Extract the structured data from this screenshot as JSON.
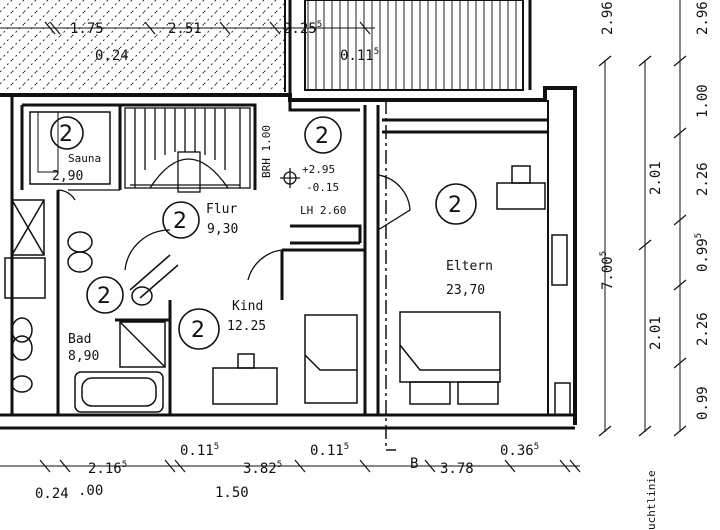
{
  "rooms": {
    "sauna": {
      "name": "Sauna",
      "area": "2,90",
      "group": "2"
    },
    "flur": {
      "name": "Flur",
      "area": "9,30",
      "group": "2"
    },
    "bad": {
      "name": "Bad",
      "area": "8,90",
      "group": "2"
    },
    "kind": {
      "name": "Kind",
      "area": "12.25",
      "group": "2"
    },
    "eltern": {
      "name": "Eltern",
      "area": "23,70",
      "group": "2"
    },
    "landing": {
      "group": "2"
    }
  },
  "annotations": {
    "brh": "BRH 1.00",
    "level_top": "+2.95",
    "level_bottom": "-0.15",
    "lh": "LH 2.60",
    "section": "B",
    "fluchtlinie": "uchtlinie"
  },
  "dims_top": {
    "d1": "1.75",
    "d2": "2.51",
    "d3": "2.25",
    "d3_sup": "5",
    "d4": "0.24",
    "d5": "0.11",
    "d5_sup": "5"
  },
  "dims_bottom": {
    "d1": "2.16",
    "d1_sup": "5",
    "d2": "0.11",
    "d2_sup": "5",
    "d3": "3.82",
    "d3_sup": "5",
    "d4": "0.11",
    "d4_sup": "5",
    "d5": "3.78",
    "d6": "0.36",
    "d6_sup": "5",
    "d7": "0.24",
    "d8": ".00",
    "d9": "1.50"
  },
  "dims_right": {
    "total": "7.00",
    "total_sup": "5",
    "a1": "2.01",
    "a2": "2.01",
    "a3": "2.96",
    "b1": "1.00",
    "b2": "2.26",
    "b3": "0.99",
    "b3_sup": "5",
    "b4": "2.26",
    "b5": "0.99",
    "b6": "2.96"
  }
}
